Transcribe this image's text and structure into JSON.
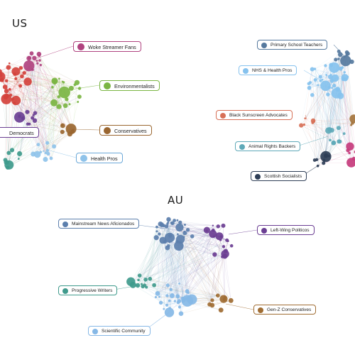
{
  "regions": [
    {
      "id": "us",
      "title": "US",
      "clusters": [
        {
          "key": "woke",
          "label": "Woke Streamer Fans",
          "color": "#b0437f"
        },
        {
          "key": "env",
          "label": "Environmentalists",
          "color": "#7bb543"
        },
        {
          "key": "dem",
          "label": "Democrats",
          "color": "#6a3f92"
        },
        {
          "key": "cons",
          "label": "Conservatives",
          "color": "#9a6630"
        },
        {
          "key": "health",
          "label": "Health Pros",
          "color": "#8fc3ea"
        },
        {
          "key": "red",
          "label": "",
          "color": "#d4423c"
        },
        {
          "key": "teal",
          "label": "",
          "color": "#3e9a8c"
        }
      ]
    },
    {
      "id": "uk",
      "title": "",
      "clusters": [
        {
          "key": "teach",
          "label": "Primary School Teachers",
          "color": "#56799e"
        },
        {
          "key": "nhs",
          "label": "NHS & Health Pros",
          "color": "#86c2ee"
        },
        {
          "key": "sun",
          "label": "Black Sunscreen Advocates",
          "color": "#d77057"
        },
        {
          "key": "animal",
          "label": "Animal Rights Backers",
          "color": "#5fa9b8"
        },
        {
          "key": "scot",
          "label": "Scottish Socialists",
          "color": "#2e3e56"
        },
        {
          "key": "pink",
          "label": "",
          "color": "#c63b7c"
        },
        {
          "key": "brown",
          "label": "",
          "color": "#a4743d"
        }
      ]
    },
    {
      "id": "au",
      "title": "AU",
      "clusters": [
        {
          "key": "news",
          "label": "Mainstream News Aficionados",
          "color": "#5c7fad"
        },
        {
          "key": "left",
          "label": "Left-Wing Politicos",
          "color": "#6b3e93"
        },
        {
          "key": "prog",
          "label": "Progressive Writers",
          "color": "#3f9a8c"
        },
        {
          "key": "genz",
          "label": "Gen-Z Conservatives",
          "color": "#a06d33"
        },
        {
          "key": "sci",
          "label": "Scientific Community",
          "color": "#86b8e6"
        }
      ]
    }
  ]
}
